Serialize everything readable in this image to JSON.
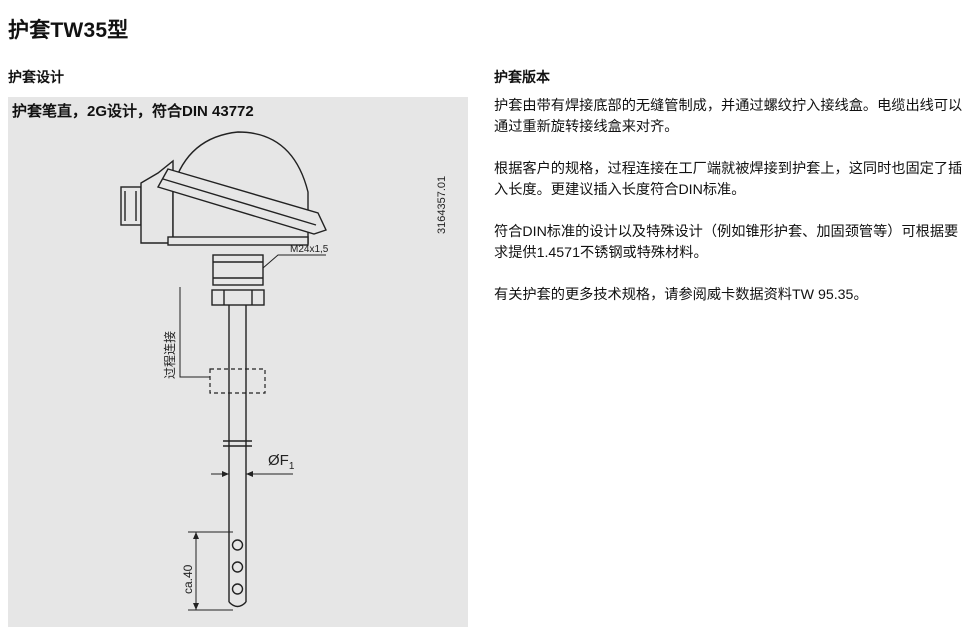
{
  "title": "护套TW35型",
  "left_section": {
    "heading": "护套设计",
    "caption": "护套笔直，2G设计，符合DIN 43772",
    "drawing": {
      "doc_number": "3164357.01",
      "thread_label": "M24x1,5",
      "process_connection_label": "过程连接",
      "diameter_label": "ØF",
      "diameter_subscript": "1",
      "length_label": "ca.40"
    }
  },
  "right_section": {
    "heading": "护套版本",
    "paragraphs": [
      "护套由带有焊接底部的无缝管制成，并通过螺纹拧入接线盒。电缆出线可以通过重新旋转接线盒来对齐。",
      "根据客户的规格，过程连接在工厂端就被焊接到护套上，这同时也固定了插入长度。更建议插入长度符合DIN标准。",
      "符合DIN标准的设计以及特殊设计（例如锥形护套、加固颈管等）可根据要求提供1.4571不锈钢或特殊材料。",
      "有关护套的更多技术规格，请参阅威卡数据资料TW 95.35。"
    ]
  }
}
